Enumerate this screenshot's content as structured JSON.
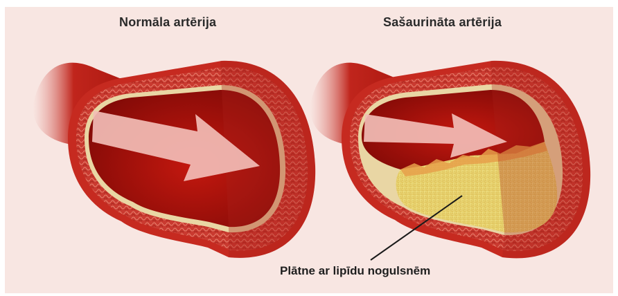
{
  "titles": {
    "normal": "Normāla artērija",
    "narrowed": "Sašaurināta artērija"
  },
  "callout": {
    "label": "Plātne ar lipīdu nogulsnēm"
  },
  "colors": {
    "background": "#f8e6e2",
    "vessel_outer": "#c8291f",
    "vessel_wall": "#d6443a",
    "lumen": "#b3140c",
    "plaque": "#e7d46a",
    "arrow": "#f1b9b2"
  }
}
